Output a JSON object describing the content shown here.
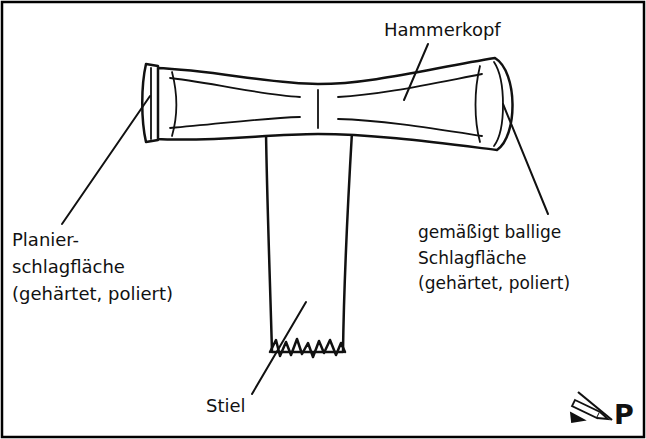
{
  "diagram": {
    "labels": [
      "Hammerkopf",
      "Planier- schlagfläche (gehärtet, poliert)",
      "gemäßigt ballige Schlagfläche (gehärtet, poliert)",
      "Stiel",
      "P"
    ]
  }
}
